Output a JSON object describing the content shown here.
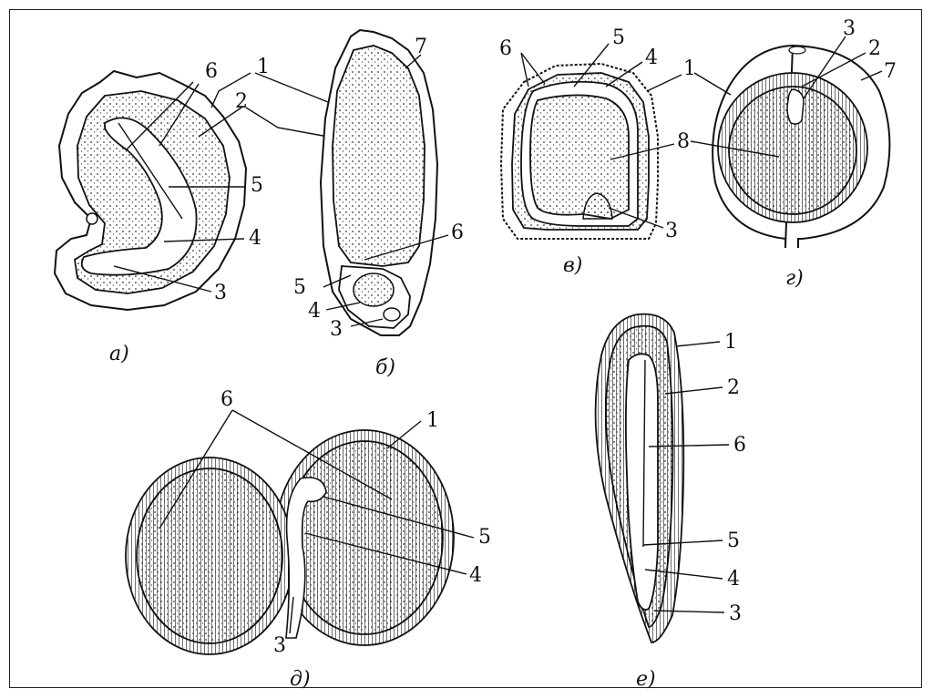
{
  "figures": {
    "a": {
      "caption": "а)",
      "labels": [
        "6",
        "1",
        "2",
        "5",
        "4",
        "3"
      ]
    },
    "b": {
      "caption": "б)",
      "labels": [
        "7",
        "6",
        "5",
        "4",
        "3"
      ]
    },
    "v": {
      "caption": "в)",
      "labels": [
        "6",
        "5",
        "4",
        "1",
        "8",
        "3"
      ]
    },
    "g": {
      "caption": "г)",
      "labels": [
        "3",
        "2",
        "7"
      ]
    },
    "d": {
      "caption": "д)",
      "labels": [
        "6",
        "1",
        "5",
        "4",
        "3"
      ]
    },
    "e": {
      "caption": "е)",
      "labels": [
        "1",
        "2",
        "6",
        "5",
        "4",
        "3"
      ]
    }
  },
  "colors": {
    "ink": "#111111",
    "paper": "#ffffff"
  }
}
